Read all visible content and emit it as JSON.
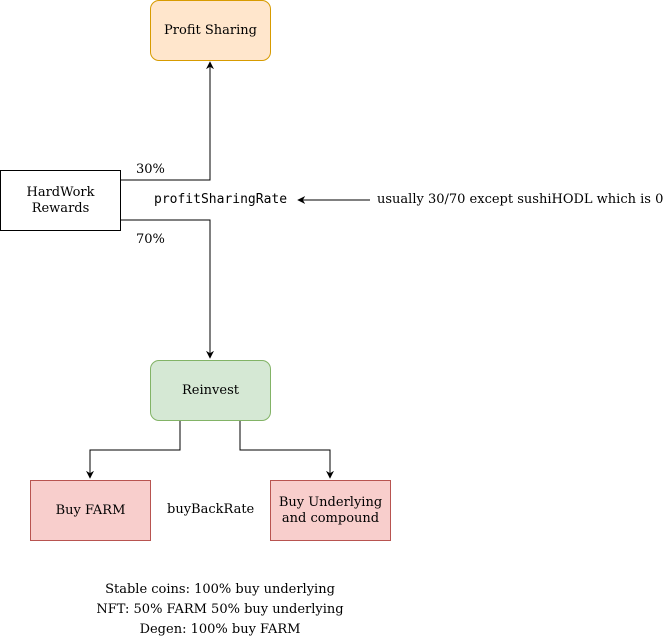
{
  "diagram": {
    "nodes": {
      "profit_sharing": {
        "label": "Profit Sharing",
        "fill": "#ffe6cc",
        "stroke": "#d79b00"
      },
      "hardwork_rewards": {
        "label_line1": "HardWork",
        "label_line2": "Rewards",
        "fill": "#ffffff",
        "stroke": "#000000"
      },
      "reinvest": {
        "label": "Reinvest",
        "fill": "#d5e8d4",
        "stroke": "#82b366"
      },
      "buy_farm": {
        "label": "Buy FARM",
        "fill": "#f8cecc",
        "stroke": "#b85450"
      },
      "buy_underlying": {
        "label_line1": "Buy Underlying",
        "label_line2": "and compound",
        "fill": "#f8cecc",
        "stroke": "#b85450"
      }
    },
    "labels": {
      "pct_30": "30%",
      "pct_70": "70%",
      "profit_sharing_rate": "profitSharingRate",
      "profit_sharing_note": "usually 30/70 except sushiHODL which is 0",
      "buy_back_rate": "buyBackRate"
    },
    "notes": [
      "Stable coins: 100% buy underlying",
      "NFT: 50% FARM 50% buy underlying",
      "Degen: 100% buy FARM"
    ]
  }
}
